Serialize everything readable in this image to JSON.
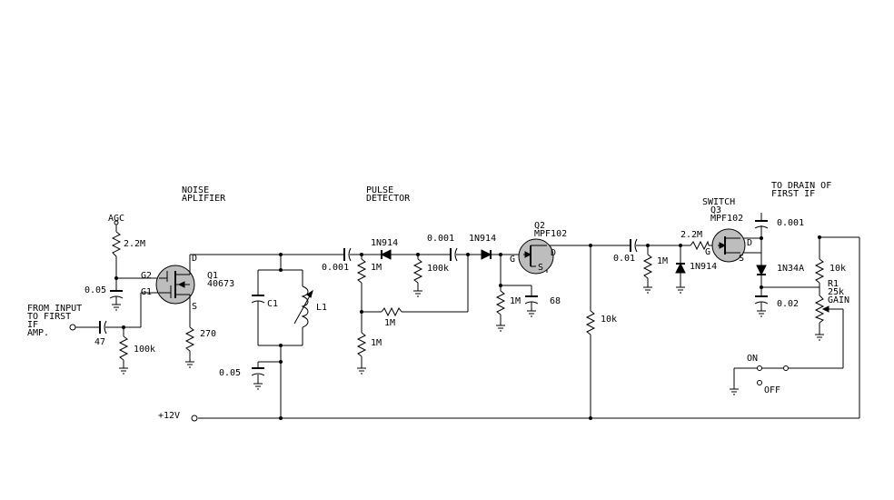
{
  "labels": {
    "noise_amp_1": "NOISE",
    "noise_amp_2": "APLIFIER",
    "pulse_det_1": "PULSE",
    "pulse_det_2": "DETECTOR",
    "to_drain_1": "TO DRAIN OF",
    "to_drain_2": "FIRST IF",
    "switch_label": "SWITCH",
    "agc": "AGC",
    "from_input_1": "FROM INPUT",
    "from_input_2": "TO FIRST",
    "from_input_3": "IF",
    "from_input_4": "AMP.",
    "supply": "+12V",
    "on": "ON",
    "off": "OFF",
    "gain": "GAIN"
  },
  "components": {
    "r_agc": "2.2M",
    "c_g2": "0.05",
    "g2": "G2",
    "g1": "G1",
    "q1": "Q1",
    "q1_part": "40673",
    "d1": "D",
    "s1": "S",
    "r_source": "270",
    "c_in": "47",
    "r_g1": "100k",
    "c1": "C1",
    "l1": "L1",
    "c_bypass": "0.05",
    "c_det": "0.001",
    "r_det1": "1M",
    "diode1": "1N914",
    "r_det2": "100k",
    "r_fb": "1M",
    "r_det3": "1M",
    "c_couple": "0.001",
    "diode2": "1N914",
    "q2": "Q2",
    "q2_part": "MPF102",
    "g2_label": "G",
    "d2": "D",
    "s2": "S",
    "r_q2g": "1M",
    "c_q2": "68",
    "r_10k_load": "10k",
    "c_sw": "0.01",
    "r_sw1": "1M",
    "diode3": "1N914",
    "r_sw2": "2.2M",
    "q3": "Q3",
    "q3_part": "MPF102",
    "g3": "G",
    "d3": "D",
    "s3": "S",
    "c_out": "0.001",
    "diode4": "1N34A",
    "r_out": "10k",
    "c_filter": "0.02",
    "r1": "R1",
    "r1_value": "25k"
  }
}
